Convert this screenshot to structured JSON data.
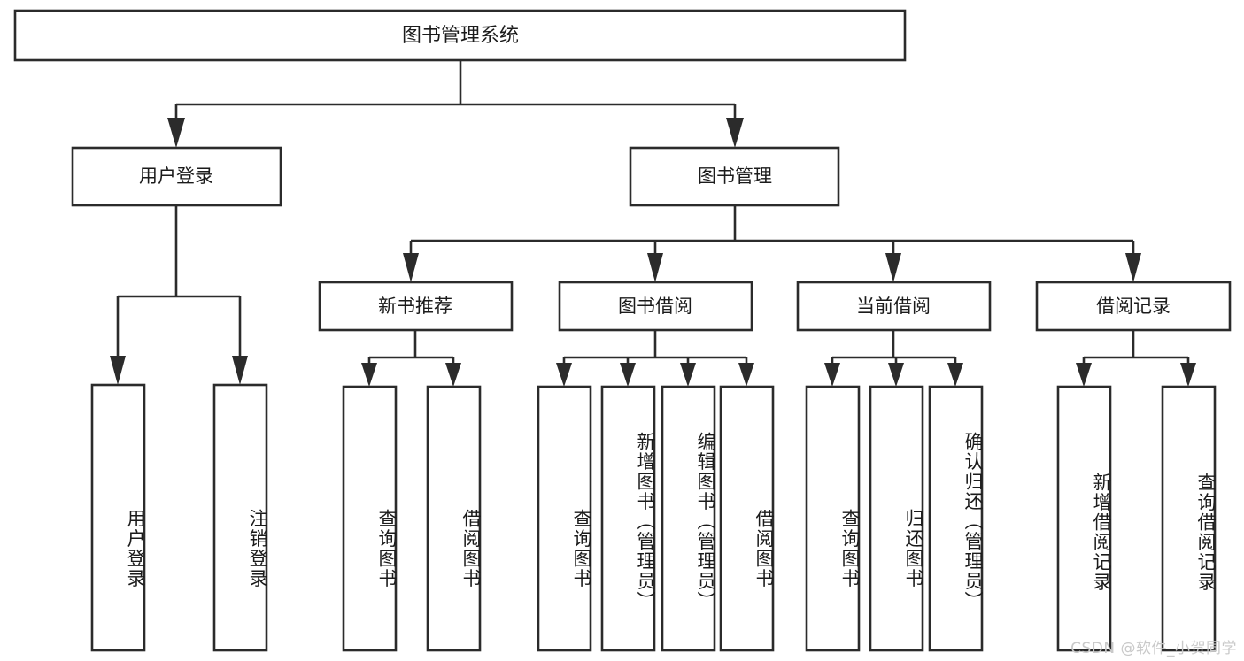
{
  "diagram": {
    "kind": "tree-hierarchy-chart",
    "title": "图书管理系统",
    "colors": {
      "box_stroke": "#2b2b2b",
      "box_fill": "#ffffff",
      "text": "#1b1b1b",
      "background": "#ffffff",
      "watermark": "#c9c9c9"
    },
    "root": {
      "label": "图书管理系统"
    },
    "level2": [
      {
        "id": "user-login",
        "label": "用户登录"
      },
      {
        "id": "book-manage",
        "label": "图书管理"
      }
    ],
    "level3": [
      {
        "id": "new-book-recommend",
        "label": "新书推荐"
      },
      {
        "id": "book-borrow",
        "label": "图书借阅"
      },
      {
        "id": "current-borrow",
        "label": "当前借阅"
      },
      {
        "id": "borrow-record",
        "label": "借阅记录"
      }
    ],
    "leaves": [
      {
        "id": "leaf-user-login",
        "parent": "user-login",
        "label": "用户登录"
      },
      {
        "id": "leaf-logout-login",
        "parent": "user-login",
        "label": "注销登录"
      },
      {
        "id": "leaf-query-book-1",
        "parent": "new-book-recommend",
        "label": "查询图书"
      },
      {
        "id": "leaf-borrow-book-1",
        "parent": "new-book-recommend",
        "label": "借阅图书"
      },
      {
        "id": "leaf-query-book-2",
        "parent": "book-borrow",
        "label": "查询图书"
      },
      {
        "id": "leaf-add-book",
        "parent": "book-borrow",
        "label": "新增图书（管理员）"
      },
      {
        "id": "leaf-edit-book",
        "parent": "book-borrow",
        "label": "编辑图书（管理员）"
      },
      {
        "id": "leaf-borrow-book-2",
        "parent": "book-borrow",
        "label": "借阅图书"
      },
      {
        "id": "leaf-query-book-3",
        "parent": "current-borrow",
        "label": "查询图书"
      },
      {
        "id": "leaf-return-book",
        "parent": "current-borrow",
        "label": "归还图书"
      },
      {
        "id": "leaf-confirm-return",
        "parent": "current-borrow",
        "label": "确认归还（管理员）"
      },
      {
        "id": "leaf-add-record",
        "parent": "borrow-record",
        "label": "新增借阅记录"
      },
      {
        "id": "leaf-query-record",
        "parent": "borrow-record",
        "label": "查询借阅记录"
      }
    ],
    "watermark": "CSDN @软件_小贺同学"
  }
}
